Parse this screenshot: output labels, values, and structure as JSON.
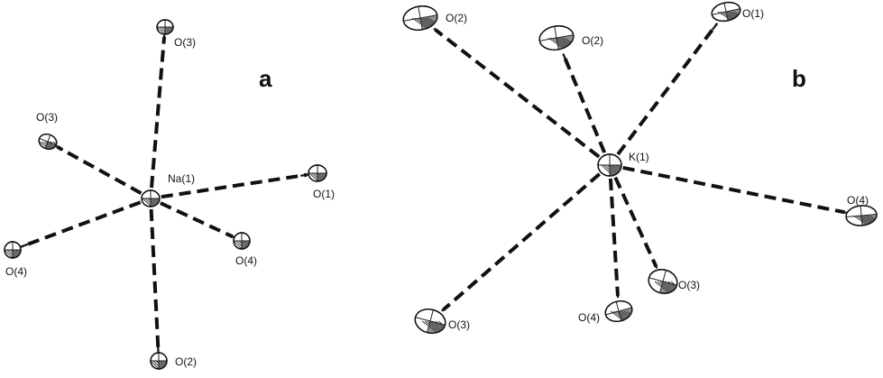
{
  "panels": [
    {
      "id": "a",
      "label": "a",
      "center": {
        "label": "Na(1)"
      },
      "ligands": [
        {
          "label": "O(3)"
        },
        {
          "label": "O(3)"
        },
        {
          "label": "O(1)"
        },
        {
          "label": "O(4)"
        },
        {
          "label": "O(4)"
        },
        {
          "label": "O(2)"
        }
      ]
    },
    {
      "id": "b",
      "label": "b",
      "center": {
        "label": "K(1)"
      },
      "ligands": [
        {
          "label": "O(2)"
        },
        {
          "label": "O(2)"
        },
        {
          "label": "O(1)"
        },
        {
          "label": "O(4)"
        },
        {
          "label": "O(3)"
        },
        {
          "label": "O(3)"
        },
        {
          "label": "O(4)"
        }
      ]
    }
  ],
  "colors": {
    "ink": "#111111",
    "background": "#ffffff"
  }
}
